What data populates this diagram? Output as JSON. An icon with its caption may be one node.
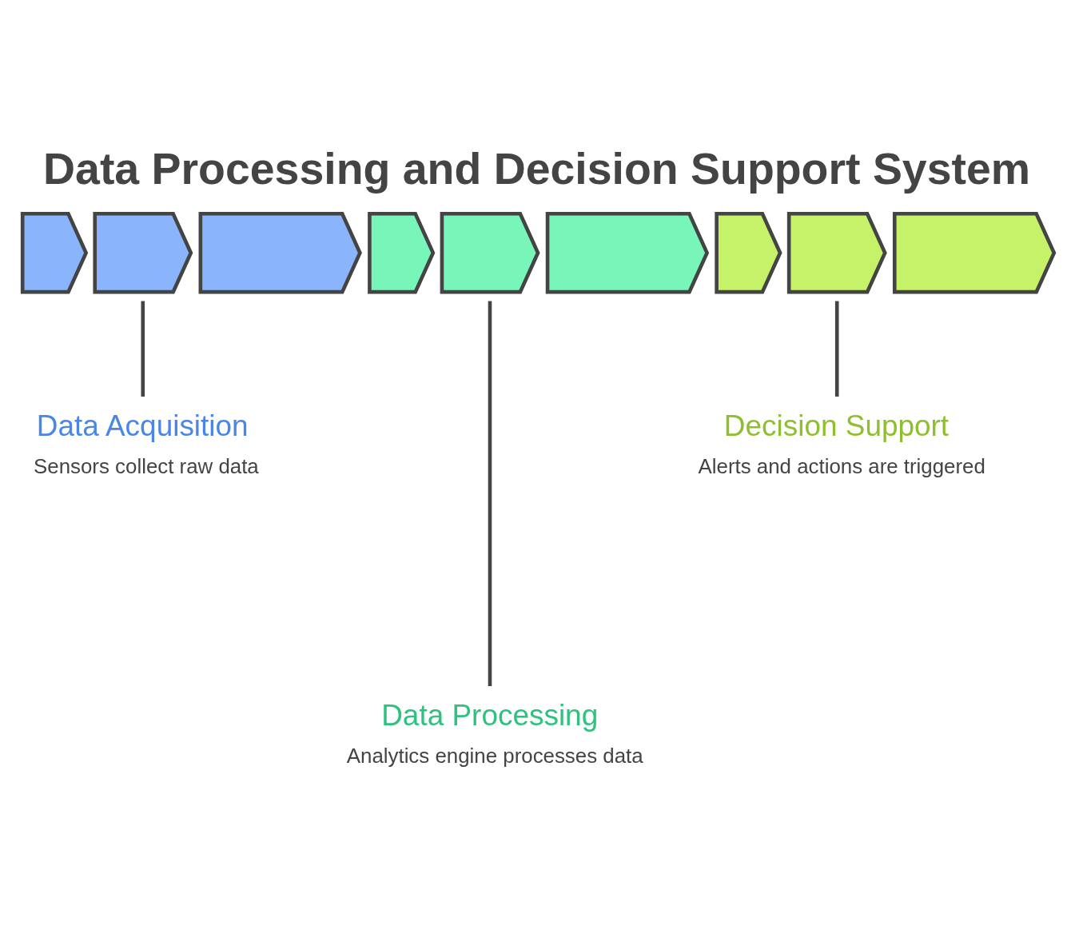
{
  "diagram": {
    "title": "Data Processing and Decision Support System",
    "nodes": [
      {
        "text": [],
        "shape": "chevron"
      },
      {
        "text": [],
        "shape": "chevron"
      },
      {
        "text": [],
        "shape": "chevron"
      },
      {
        "text": [],
        "shape": "chevron"
      },
      {
        "text": [],
        "shape": "chevron"
      },
      {
        "text": [],
        "shape": "chevron"
      },
      {
        "text": [],
        "shape": "chevron"
      },
      {
        "text": [],
        "shape": "chevron"
      },
      {
        "text": [],
        "shape": "chevron"
      },
      {
        "text": [
          "Data Acquisition",
          "Sensors collect raw data"
        ]
      },
      {
        "text": [
          "Data Processing",
          "Analytics engine processes data"
        ]
      },
      {
        "text": [
          "Decision Support",
          "Alerts and actions are triggered"
        ]
      }
    ],
    "edges": [
      {
        "from": 1,
        "to": 9,
        "arrow": "none"
      },
      {
        "from": 4,
        "to": 10,
        "arrow": "none"
      },
      {
        "from": 7,
        "to": 11,
        "arrow": "none"
      }
    ]
  }
}
